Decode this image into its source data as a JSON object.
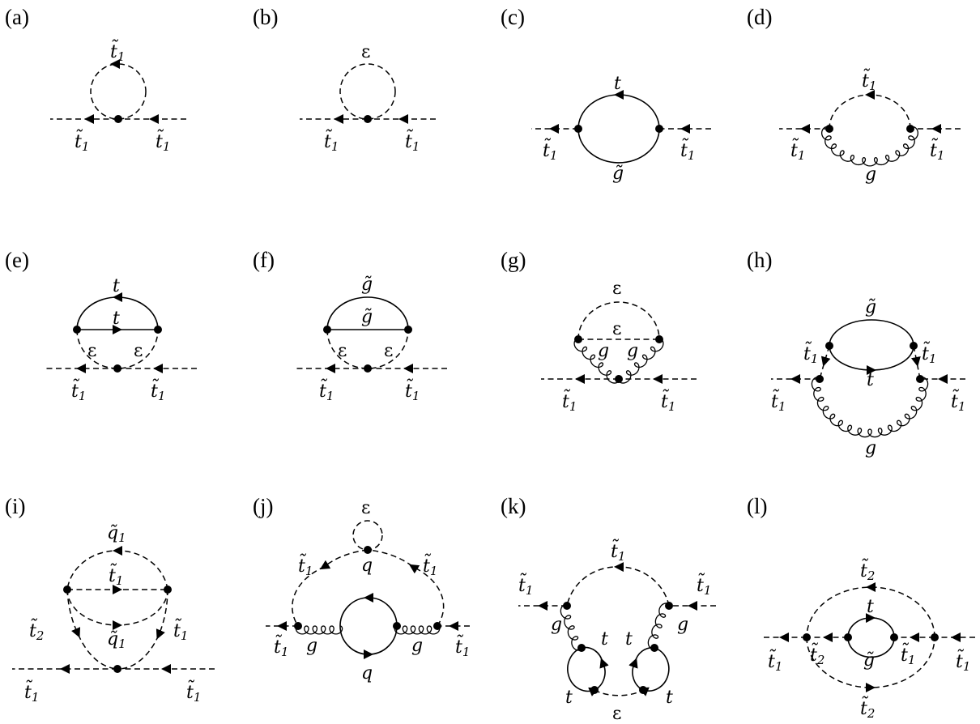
{
  "panels": [
    {
      "id": "a",
      "label": "(a)"
    },
    {
      "id": "b",
      "label": "(b)"
    },
    {
      "id": "c",
      "label": "(c)"
    },
    {
      "id": "d",
      "label": "(d)"
    },
    {
      "id": "e",
      "label": "(e)"
    },
    {
      "id": "f",
      "label": "(f)"
    },
    {
      "id": "g",
      "label": "(g)"
    },
    {
      "id": "h",
      "label": "(h)"
    },
    {
      "id": "i",
      "label": "(i)"
    },
    {
      "id": "j",
      "label": "(j)"
    },
    {
      "id": "k",
      "label": "(k)"
    },
    {
      "id": "l",
      "label": "(l)"
    }
  ],
  "particles": {
    "stop1": "t̃",
    "stop1_sub": "1",
    "stop2": "t̃",
    "stop2_sub": "2",
    "squark1": "q̃",
    "squark1_sub": "1",
    "epsilon": "ε",
    "top": "t",
    "gluino": "g̃",
    "gluon": "g",
    "quark": "q"
  }
}
